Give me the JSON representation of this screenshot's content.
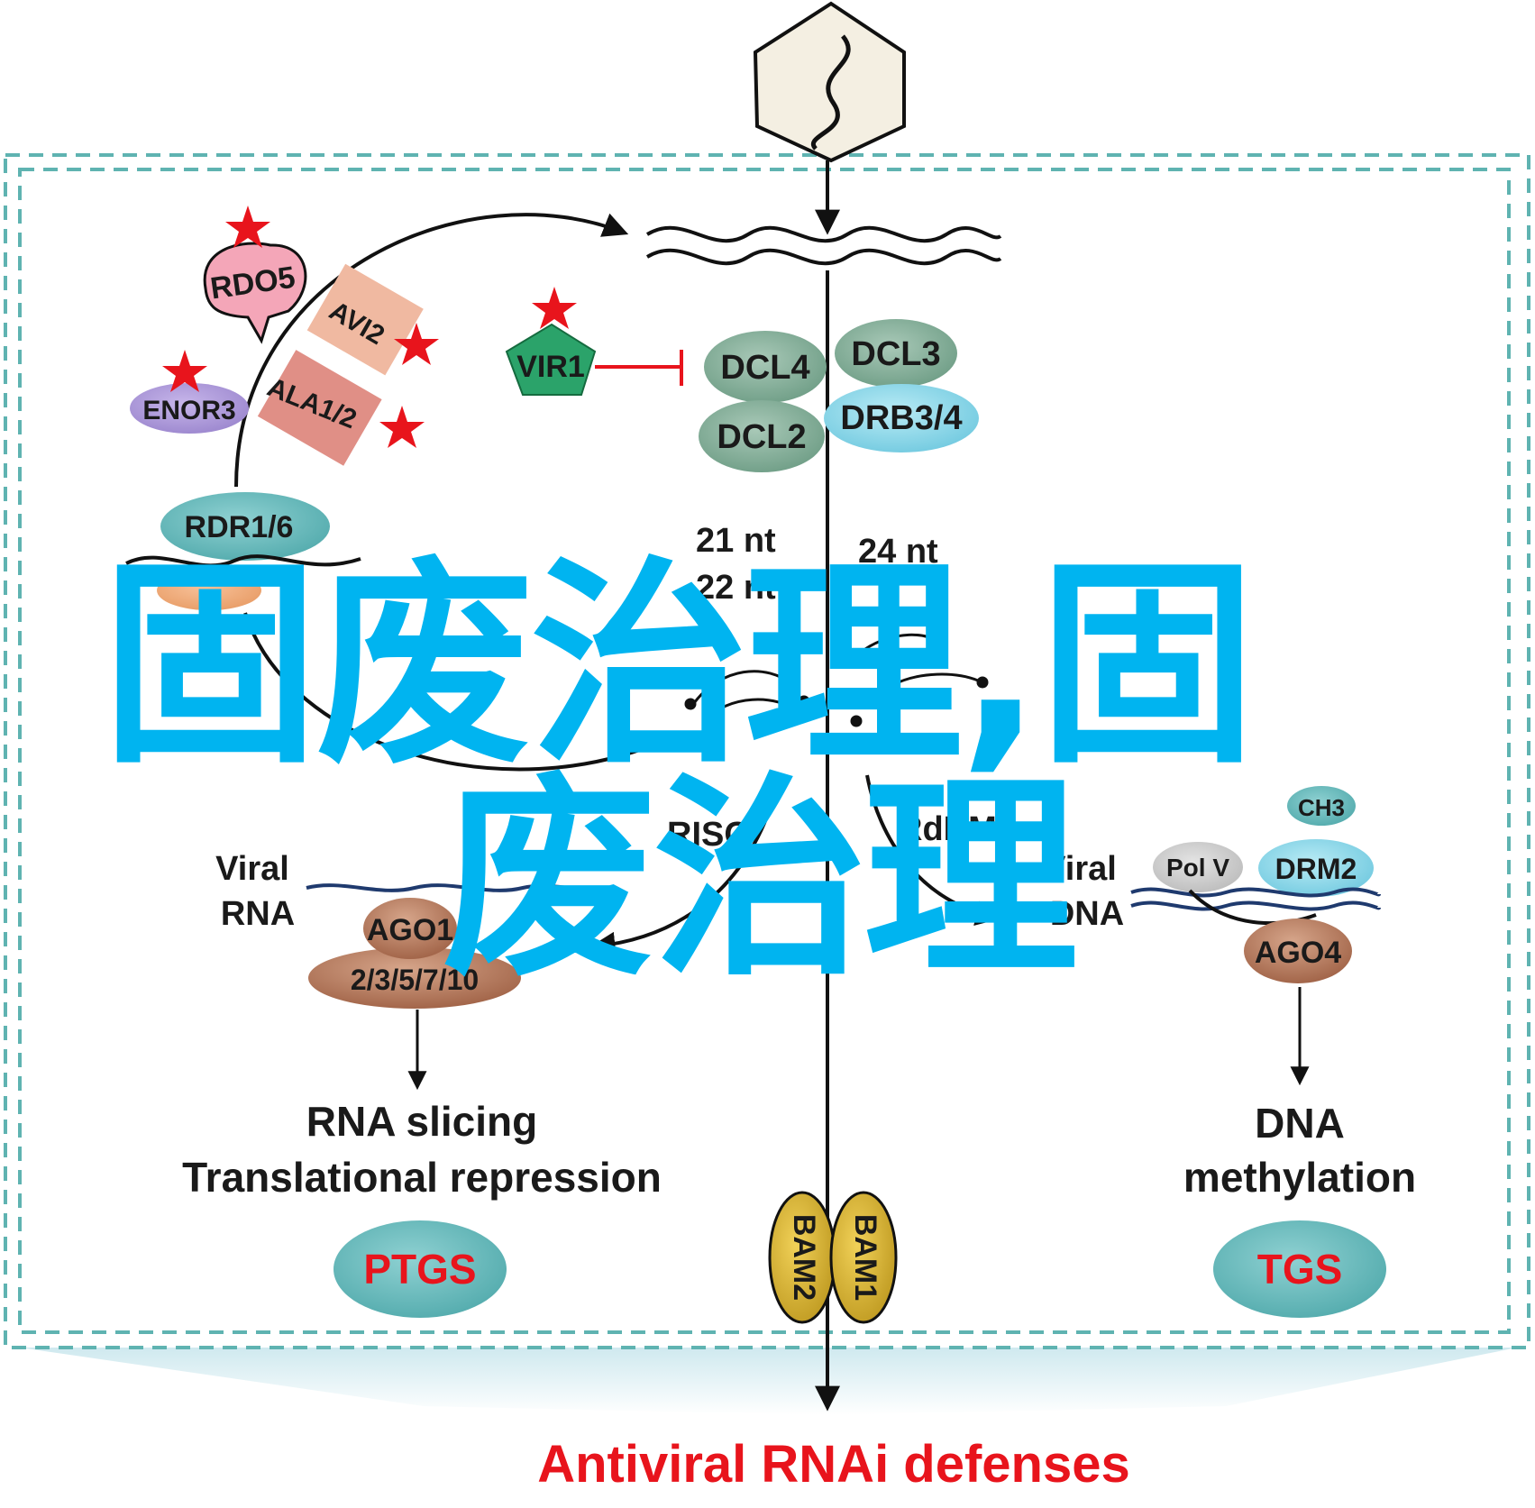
{
  "watermark": {
    "line1": "固废治理,固",
    "line2": "废治理"
  },
  "labels": {
    "rdo5": "RDO5",
    "avi2": "AVI2",
    "enor3": "ENOR3",
    "ala12": "ALA1/2",
    "vir1": "VIR1",
    "dcl4": "DCL4",
    "dcl3": "DCL3",
    "dcl2": "DCL2",
    "drb34": "DRB3/4",
    "rdr16": "RDR1/6",
    "nt21": "21 nt",
    "nt22": "22 nt",
    "nt24": "24 nt",
    "risc": "RISC",
    "rddm": "RdDM",
    "viral_rna_1": "Viral",
    "viral_rna_2": "RNA",
    "viral_dna_1": "Viral",
    "viral_dna_2": "DNA",
    "ago_left_1": "AGO1",
    "ago_left_2": "2/3/5/7/10",
    "ago4": "AGO4",
    "ch3": "CH3",
    "polv": "Pol V",
    "drm2": "DRM2",
    "rna_slicing": "RNA slicing",
    "translational_repression": "Translational repression",
    "dna_1": "DNA",
    "methylation": "methylation",
    "ptgs": "PTGS",
    "tgs": "TGS",
    "bam2": "BAM2",
    "bam1": "BAM1",
    "footer": "Antiviral RNAi defenses"
  },
  "colors": {
    "frame": "#5fb3b1",
    "star": "#e8141c",
    "accent_red": "#e8141c",
    "watermark": "#00b4f0",
    "teal_ellipse": "#5ab4b5",
    "green_ellipse": "#7ea992",
    "light_blue": "#7cd3e6",
    "brown": "#a86a4e"
  },
  "icons": [
    "star-icon",
    "virus-hexagon-icon",
    "arrow-icon",
    "inhibition-bar-icon"
  ]
}
